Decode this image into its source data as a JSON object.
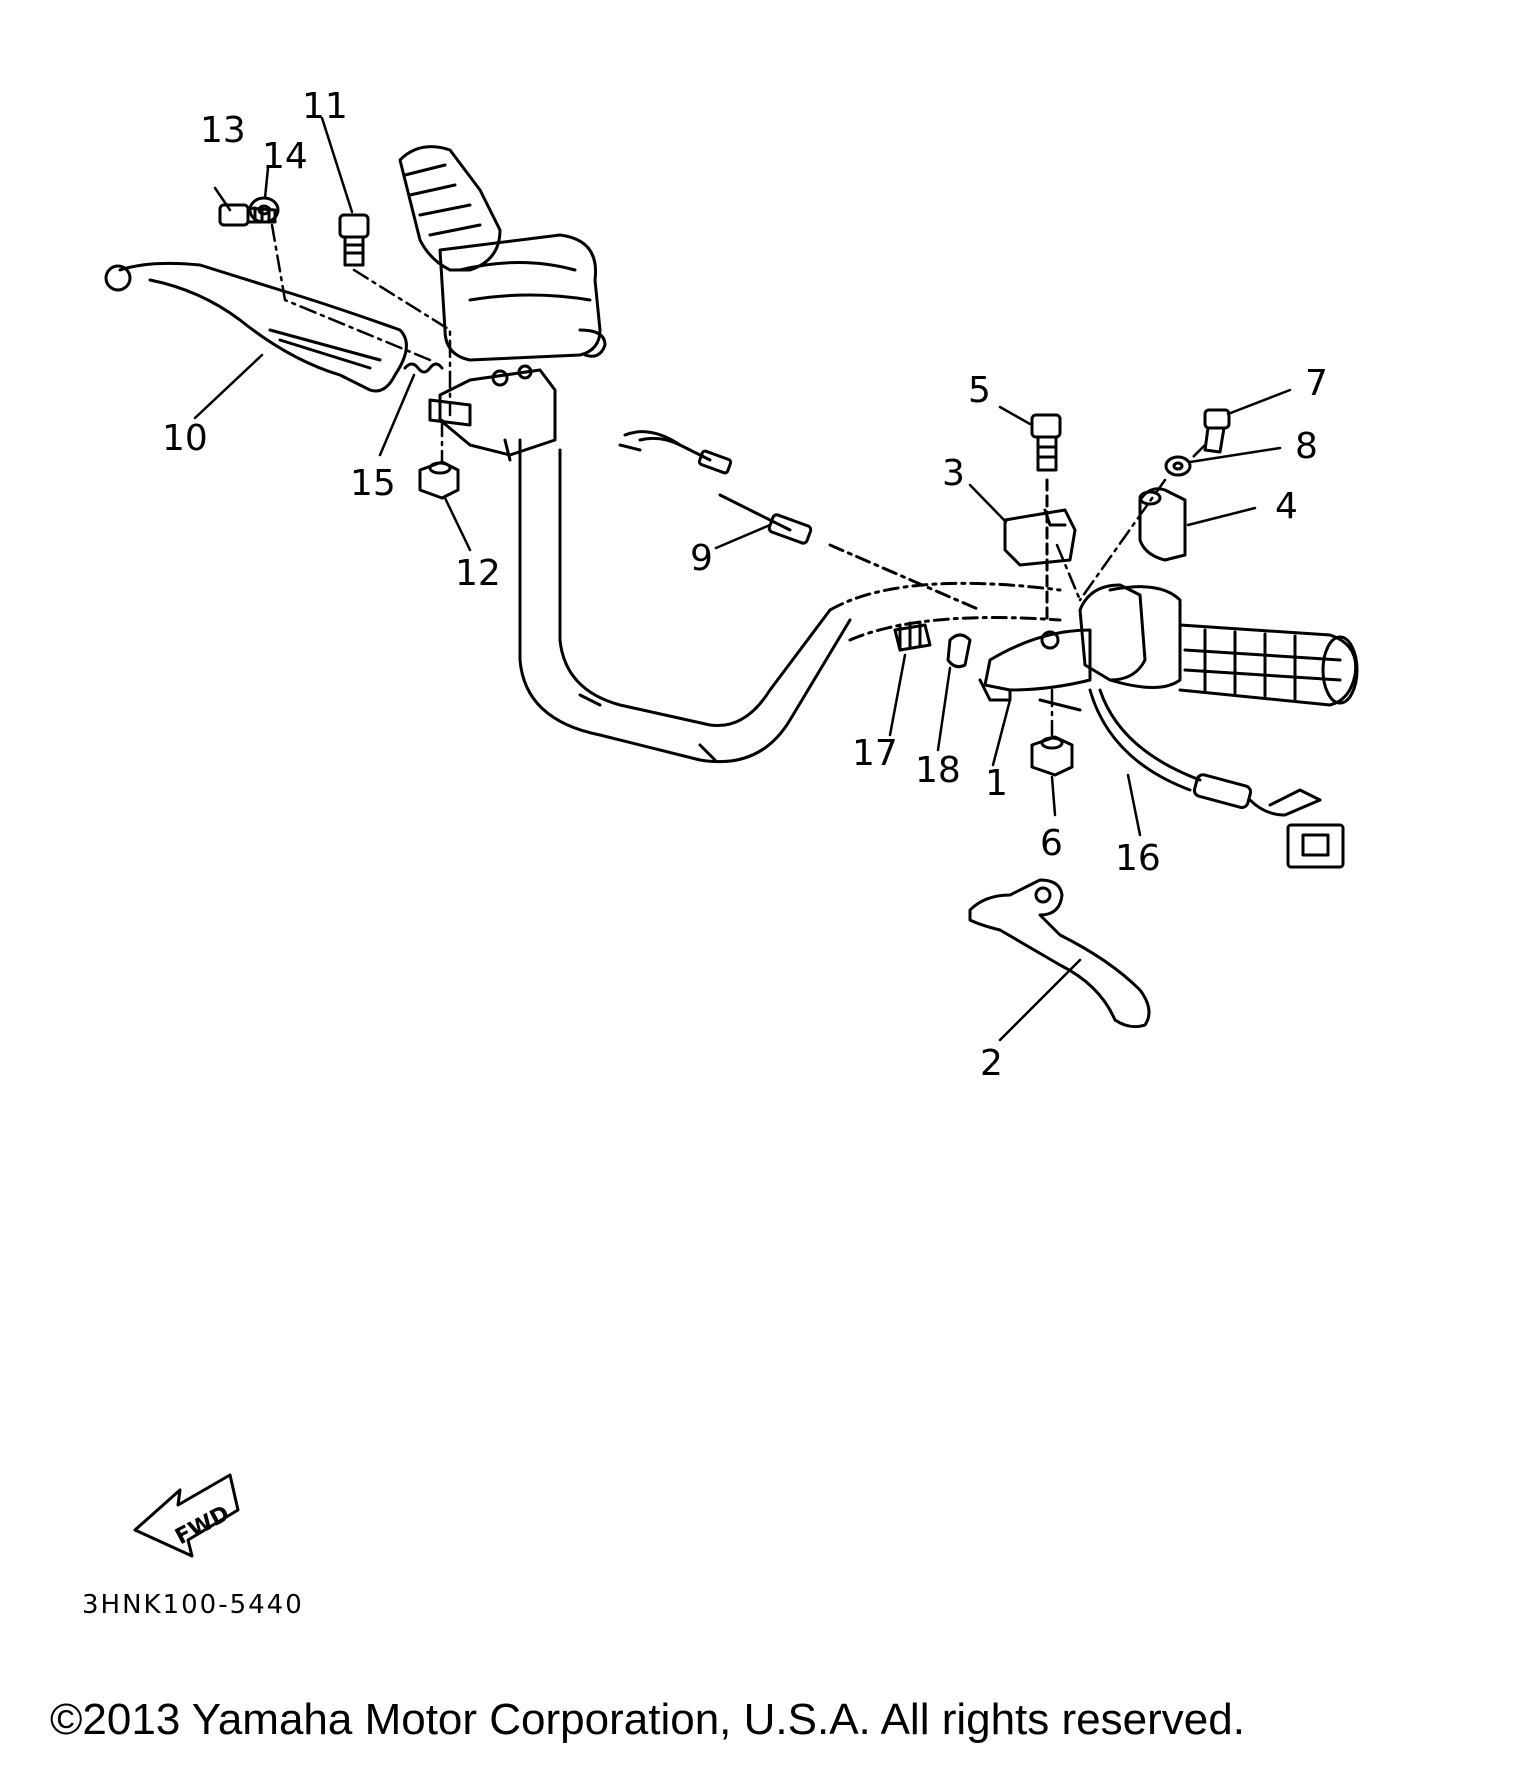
{
  "callouts": [
    {
      "id": "1",
      "label": "1"
    },
    {
      "id": "2",
      "label": "2"
    },
    {
      "id": "3",
      "label": "3"
    },
    {
      "id": "4",
      "label": "4"
    },
    {
      "id": "5",
      "label": "5"
    },
    {
      "id": "6",
      "label": "6"
    },
    {
      "id": "7",
      "label": "7"
    },
    {
      "id": "8",
      "label": "8"
    },
    {
      "id": "9",
      "label": "9"
    },
    {
      "id": "10",
      "label": "10"
    },
    {
      "id": "11",
      "label": "11"
    },
    {
      "id": "12",
      "label": "12"
    },
    {
      "id": "13",
      "label": "13"
    },
    {
      "id": "14",
      "label": "14"
    },
    {
      "id": "15",
      "label": "15"
    },
    {
      "id": "16",
      "label": "16"
    },
    {
      "id": "17",
      "label": "17"
    },
    {
      "id": "18",
      "label": "18"
    }
  ],
  "fwd_arrow": {
    "label": "FWD",
    "icon": "fwd-arrow-icon"
  },
  "drawing_id": "3HNK100-5440",
  "copyright": "©2013 Yamaha Motor Corporation, U.S.A. All rights reserved."
}
